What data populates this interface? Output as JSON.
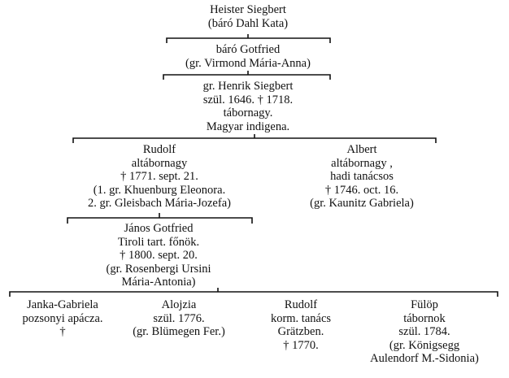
{
  "tree": {
    "gen1": {
      "lines": [
        "Heister Siegbert",
        "(báró Dahl Kata)"
      ]
    },
    "gen2": {
      "lines": [
        "báró Gotfried",
        "(gr. Virmond Mária-Anna)"
      ]
    },
    "gen3": {
      "lines": [
        "gr. Henrik Siegbert",
        "szül. 1646. † 1718.",
        "tábornagy.",
        "Magyar indigena."
      ]
    },
    "gen4": [
      {
        "lines": [
          "Rudolf",
          "altábornagy",
          "† 1771. sept. 21.",
          "(1. gr. Khuenburg Eleonora.",
          "2. gr. Gleisbach Mária-Jozefa)"
        ]
      },
      {
        "lines": [
          "Albert",
          "altábornagy ,",
          "hadi tanácsos",
          "† 1746. oct. 16.",
          "(gr. Kaunitz Gabriela)"
        ]
      }
    ],
    "gen5": {
      "lines": [
        "János Gotfried",
        "Tiroli tart. főnök.",
        "† 1800. sept. 20.",
        "(gr. Rosenbergi Ursini",
        "Mária-Antonia)"
      ]
    },
    "gen6": [
      {
        "lines": [
          "Janka-Gabriela",
          "pozsonyi apácza.",
          "†"
        ]
      },
      {
        "lines": [
          "Alojzia",
          "szül. 1776.",
          "(gr. Blümegen Fer.)"
        ]
      },
      {
        "lines": [
          "Rudolf",
          "korm. tanács",
          "Grätzben.",
          "† 1770."
        ]
      },
      {
        "lines": [
          "Fülöp",
          "tábornok",
          "szül. 1784.",
          "(gr. Königsegg",
          "Aulendorf M.-Sidonia)"
        ]
      }
    ]
  }
}
